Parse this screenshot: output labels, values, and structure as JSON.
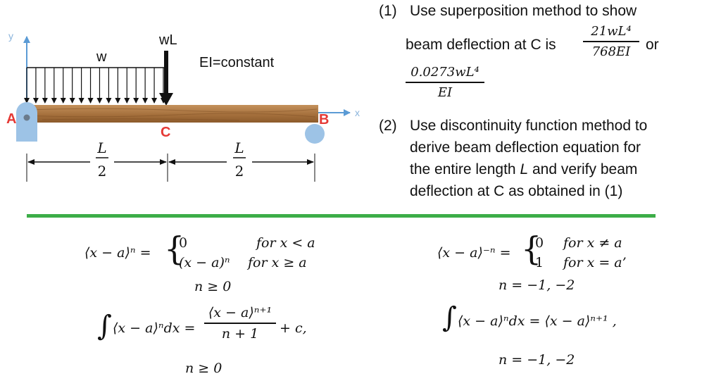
{
  "diagram": {
    "axis_y": "y",
    "axis_x": "x",
    "load_w": "w",
    "load_wL": "wL",
    "stiffness": "EI=constant",
    "point_a": "A",
    "point_b": "B",
    "point_c": "C",
    "dim_num": "L",
    "dim_den": "2",
    "colors": {
      "label_red": "#e53935",
      "axis_blue": "#5b9bd5",
      "support": "#9dc3e6",
      "wood": "#b07a47"
    }
  },
  "problem1": {
    "num": "(1)",
    "line1": "Use superposition method to show",
    "line2": "beam deflection at C is",
    "frac1_num": "21wL⁴",
    "frac1_den": "768EI",
    "or": "or",
    "frac2_num": "0.0273wL⁴",
    "frac2_den": "EI"
  },
  "problem2": {
    "num": "(2)",
    "line1": "Use discontinuity function method to",
    "line2": "derive beam deflection equation for",
    "line3_pre": "the entire length ",
    "line3_L": "L",
    "line3_post": " and verify beam",
    "line4": "deflection at C as obtained in (1)"
  },
  "formulas": {
    "f1_lhs": "⟨x − a⟩ⁿ =",
    "f1_case1_val": "0",
    "f1_case1_cond": "for x < a",
    "f1_case2_val": "(x − a)ⁿ",
    "f1_case2_cond": "for x ≥ a",
    "f1_note": "n ≥ 0",
    "f2_lhs": "⟨x − a⟩⁻ⁿ =",
    "f2_case1_val": "0",
    "f2_case1_cond": "for x ≠ a",
    "f2_case2_val": "1",
    "f2_case2_cond": "for x = a’",
    "f2_note": "n = −1, −2",
    "f3_integral": "∫",
    "f3_lhs": "⟨x − a⟩ⁿdx =",
    "f3_num": "⟨x − a⟩ⁿ⁺¹",
    "f3_den": "n + 1",
    "f3_tail": "+ c,",
    "f3_note": "n ≥ 0",
    "f4_integral": "∫",
    "f4_expr": "⟨x − a⟩ⁿdx = ⟨x − a⟩ⁿ⁺¹ ,",
    "f4_note": "n = −1, −2"
  }
}
